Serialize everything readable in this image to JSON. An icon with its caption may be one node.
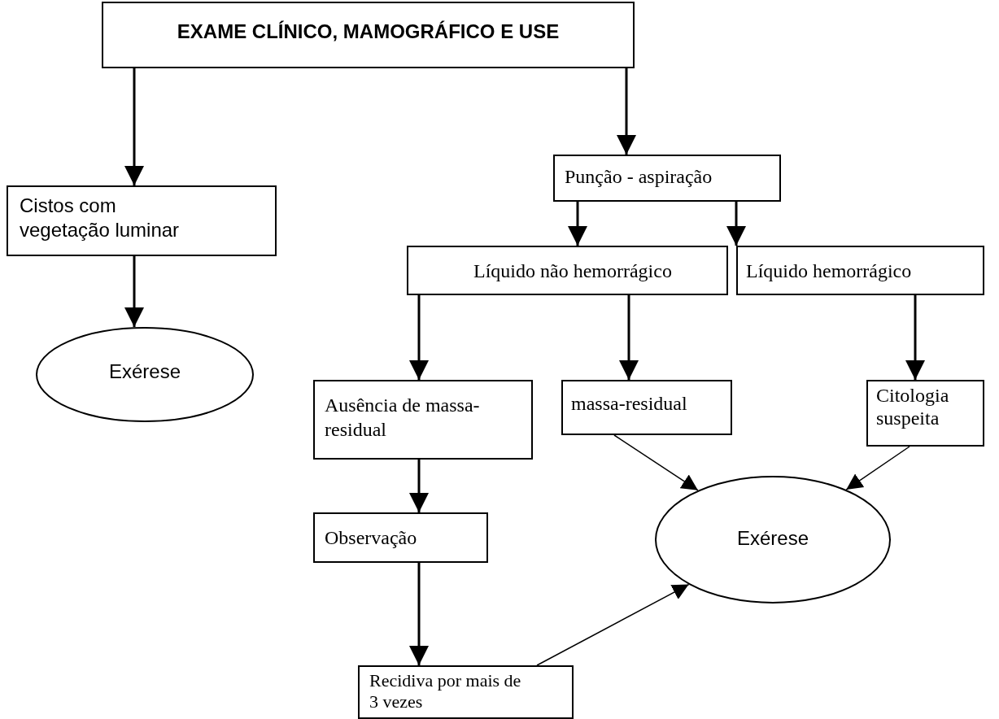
{
  "diagram": {
    "nodes": [
      {
        "text": [
          "EXAME CLÍNICO, MAMOGRÁFICO E USE"
        ]
      },
      {
        "text": [
          "Cistos com vegetação luminar"
        ]
      },
      {
        "text": [
          "Exérese"
        ]
      },
      {
        "text": [
          "Punção - aspiração"
        ]
      },
      {
        "text": [
          "Líquido não hemorrágico"
        ]
      },
      {
        "text": [
          "Líquido hemorrágico"
        ]
      },
      {
        "text": [
          "Ausência de massa-residual"
        ]
      },
      {
        "text": [
          "massa-residual"
        ]
      },
      {
        "text": [
          "Citologia suspeita"
        ]
      },
      {
        "text": [
          "Observação"
        ]
      },
      {
        "text": [
          "Exérese"
        ]
      },
      {
        "text": [
          "Recidiva por mais de 3 vezes"
        ]
      }
    ],
    "edges": [
      {
        "from": 0,
        "to": 1,
        "arrow": "to"
      },
      {
        "from": 0,
        "to": 3,
        "arrow": "to"
      },
      {
        "from": 1,
        "to": 2,
        "arrow": "to"
      },
      {
        "from": 3,
        "to": 4,
        "arrow": "to"
      },
      {
        "from": 3,
        "to": 5,
        "arrow": "to"
      },
      {
        "from": 4,
        "to": 6,
        "arrow": "to"
      },
      {
        "from": 4,
        "to": 7,
        "arrow": "to"
      },
      {
        "from": 5,
        "to": 8,
        "arrow": "to"
      },
      {
        "from": 6,
        "to": 9,
        "arrow": "to"
      },
      {
        "from": 9,
        "to": 11,
        "arrow": "to"
      },
      {
        "from": 7,
        "to": 10,
        "arrow": "to"
      },
      {
        "from": 8,
        "to": 10,
        "arrow": "to"
      },
      {
        "from": 11,
        "to": 10,
        "arrow": "to"
      }
    ]
  }
}
